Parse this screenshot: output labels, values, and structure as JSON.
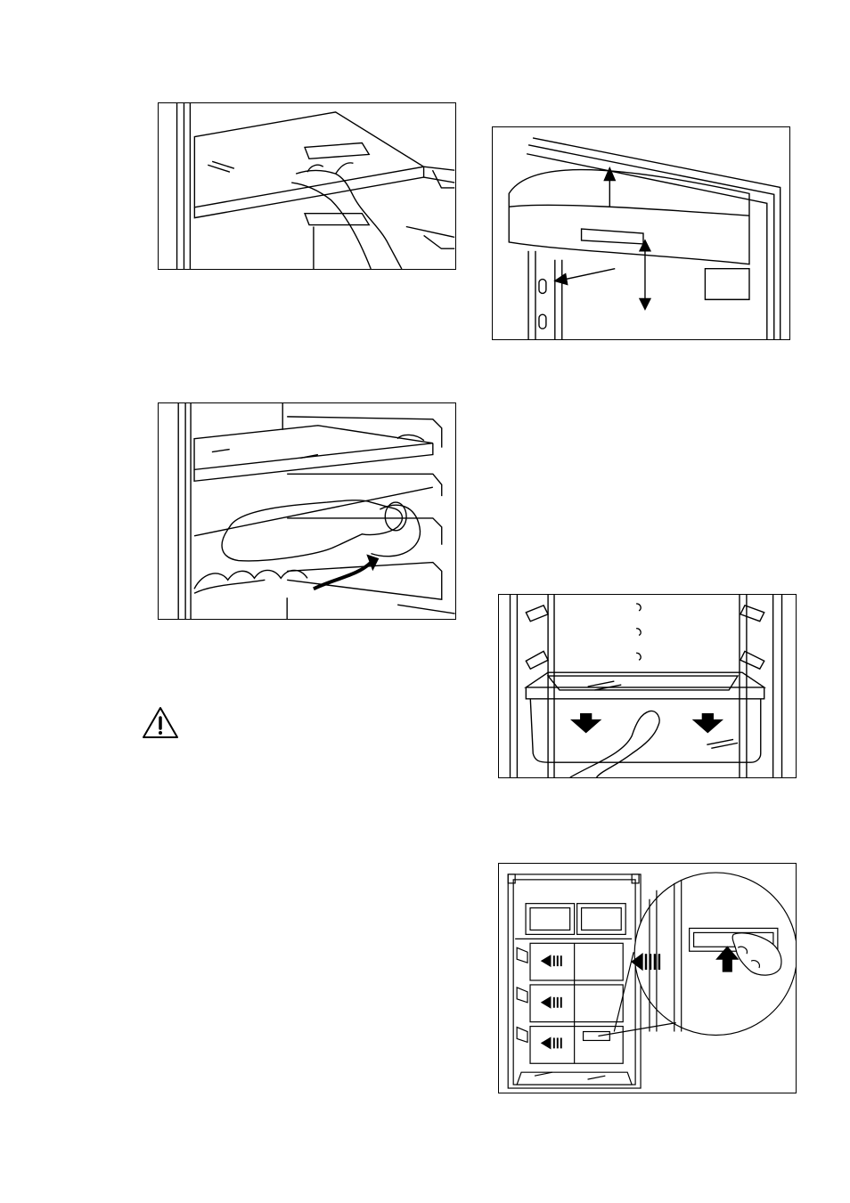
{
  "page": {
    "background": "#ffffff",
    "line_color": "#000000"
  },
  "figures": [
    {
      "id": "shelf-removal",
      "icon": "shelf-removal-illustration"
    },
    {
      "id": "door-tray",
      "icon": "door-tray-removal-illustration"
    },
    {
      "id": "bottle-rack",
      "icon": "bottle-rack-illustration"
    },
    {
      "id": "crisper-drawer",
      "icon": "crisper-drawer-removal-illustration"
    },
    {
      "id": "freezer-drawers",
      "icon": "freezer-drawer-removal-illustration"
    }
  ],
  "warning": {
    "icon": "warning-triangle-icon"
  }
}
